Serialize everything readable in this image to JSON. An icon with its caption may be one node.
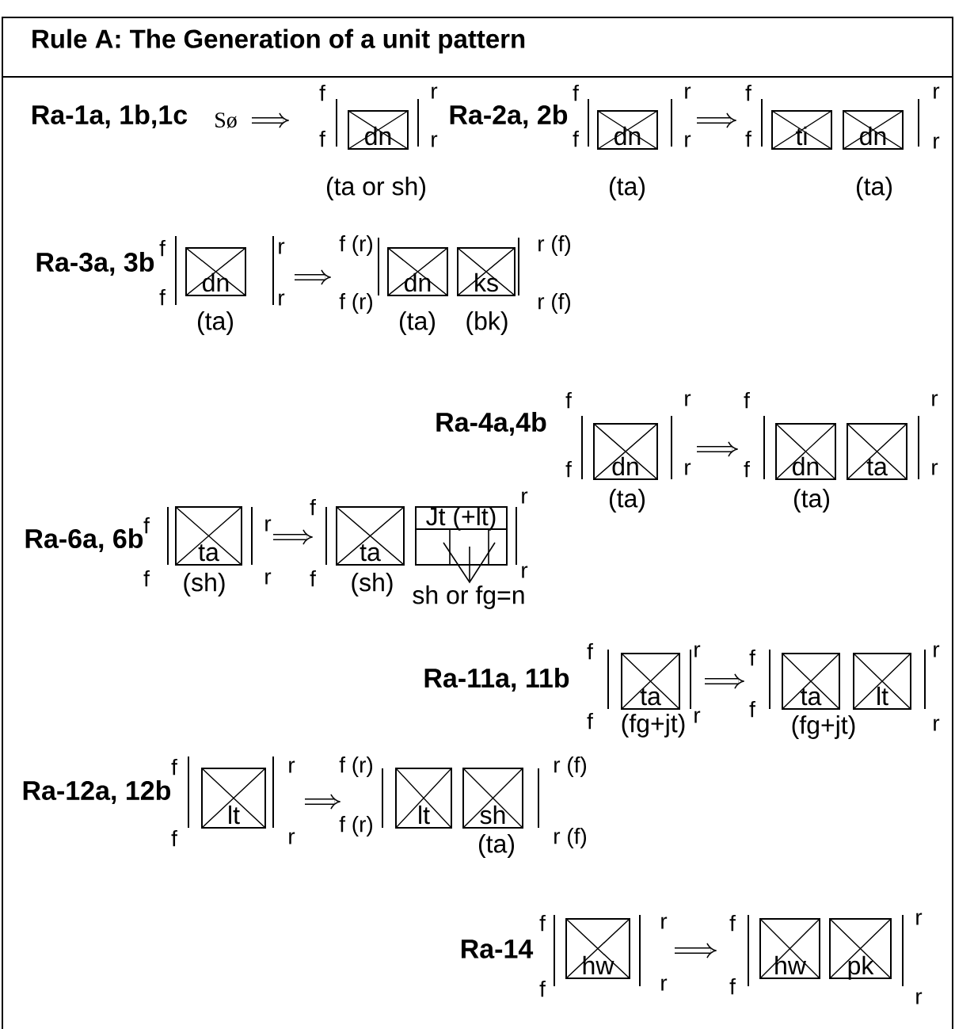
{
  "diagram": {
    "title": "Rule A: The Generation of a unit pattern",
    "nodes": [
      {
        "text": [
          "dn"
        ],
        "beside": [
          "(ta or sh)"
        ]
      },
      {
        "text": [
          "dn"
        ],
        "beside": [
          "(ta)"
        ]
      },
      {
        "text": [
          "ti"
        ]
      },
      {
        "text": [
          "dn"
        ],
        "beside": [
          "(ta)"
        ]
      },
      {
        "text": [
          "dn"
        ],
        "beside": [
          "(ta)"
        ]
      },
      {
        "text": [
          "dn"
        ],
        "beside": [
          "(ta)"
        ]
      },
      {
        "text": [
          "ks"
        ],
        "beside": [
          "(bk)"
        ]
      },
      {
        "text": [
          "dn"
        ],
        "beside": [
          "(ta)"
        ]
      },
      {
        "text": [
          "dn"
        ],
        "beside": [
          "(ta)"
        ]
      },
      {
        "text": [
          "ta"
        ]
      },
      {
        "text": [
          "ta"
        ],
        "beside": [
          "(sh)"
        ]
      },
      {
        "text": [
          "ta"
        ],
        "beside": [
          "(sh)"
        ]
      },
      {
        "text": [
          "Jt (+lt)"
        ],
        "beside": [
          "sh or fg=n"
        ]
      },
      {
        "text": [
          "ta"
        ],
        "beside": [
          "(fg+jt)"
        ]
      },
      {
        "text": [
          "ta"
        ],
        "beside": [
          "(fg+jt)"
        ]
      },
      {
        "text": [
          "lt"
        ]
      },
      {
        "text": [
          "lt"
        ]
      },
      {
        "text": [
          "lt"
        ]
      },
      {
        "text": [
          "sh"
        ],
        "beside": [
          "(ta)"
        ]
      },
      {
        "text": [
          "hw"
        ]
      },
      {
        "text": [
          "hw"
        ]
      },
      {
        "text": [
          "pk"
        ]
      }
    ],
    "labels": [
      "Ra-1a, 1b,1c",
      "Sø",
      "f",
      "f",
      "r",
      "r",
      "Ra-2a, 2b",
      "f",
      "f",
      "r",
      "r",
      "f",
      "f",
      "r",
      "r",
      "Ra-3a, 3b",
      "f",
      "f",
      "r",
      "r",
      "f (r)",
      "f (r)",
      "r (f)",
      "r (f)",
      "Ra-4a,4b",
      "f",
      "f",
      "r",
      "r",
      "f",
      "f",
      "r",
      "r",
      "Ra-6a, 6b",
      "f",
      "f",
      "r",
      "r",
      "f",
      "f",
      "r",
      "r",
      "Ra-11a, 11b",
      "f",
      "f",
      "r",
      "r",
      "f",
      "f",
      "r",
      "r",
      "Ra-12a, 12b",
      "f",
      "f",
      "r",
      "r",
      "f (r)",
      "f (r)",
      "r (f)",
      "r (f)",
      "Ra-14",
      "f",
      "f",
      "r",
      "r",
      "f",
      "f",
      "r",
      "r"
    ]
  }
}
